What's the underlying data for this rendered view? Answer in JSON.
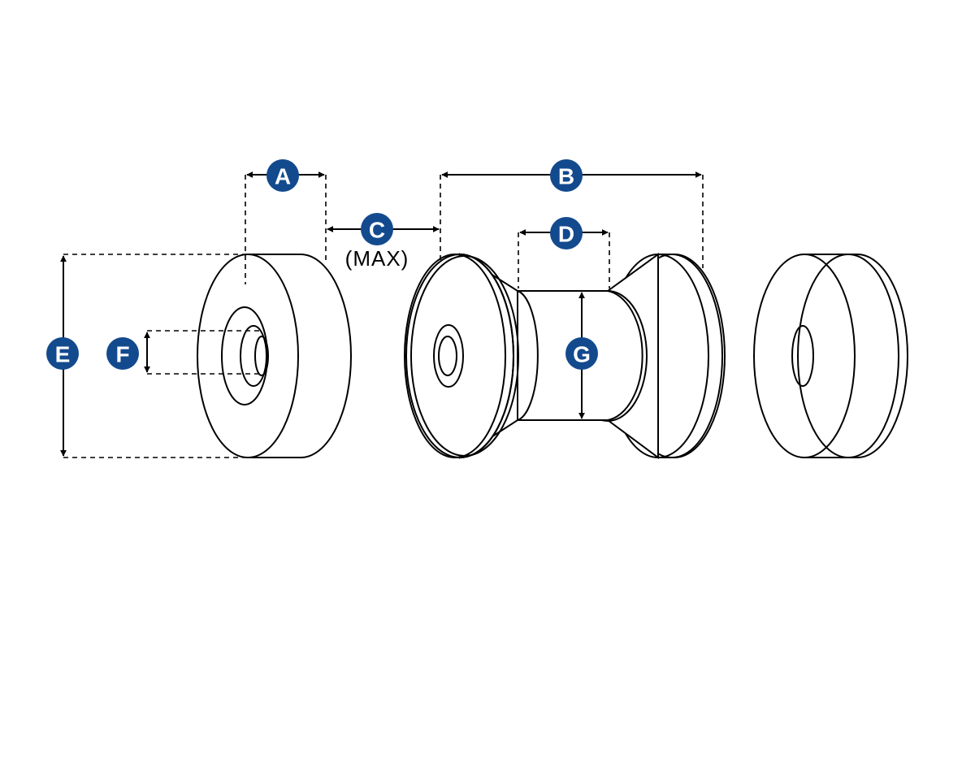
{
  "colors": {
    "badge": "#134a8e",
    "line": "#000000",
    "background": "#ffffff"
  },
  "labels": {
    "A": "A",
    "B": "B",
    "C": "C",
    "C_note": "(MAX)",
    "D": "D",
    "E": "E",
    "F": "F",
    "G": "G"
  }
}
